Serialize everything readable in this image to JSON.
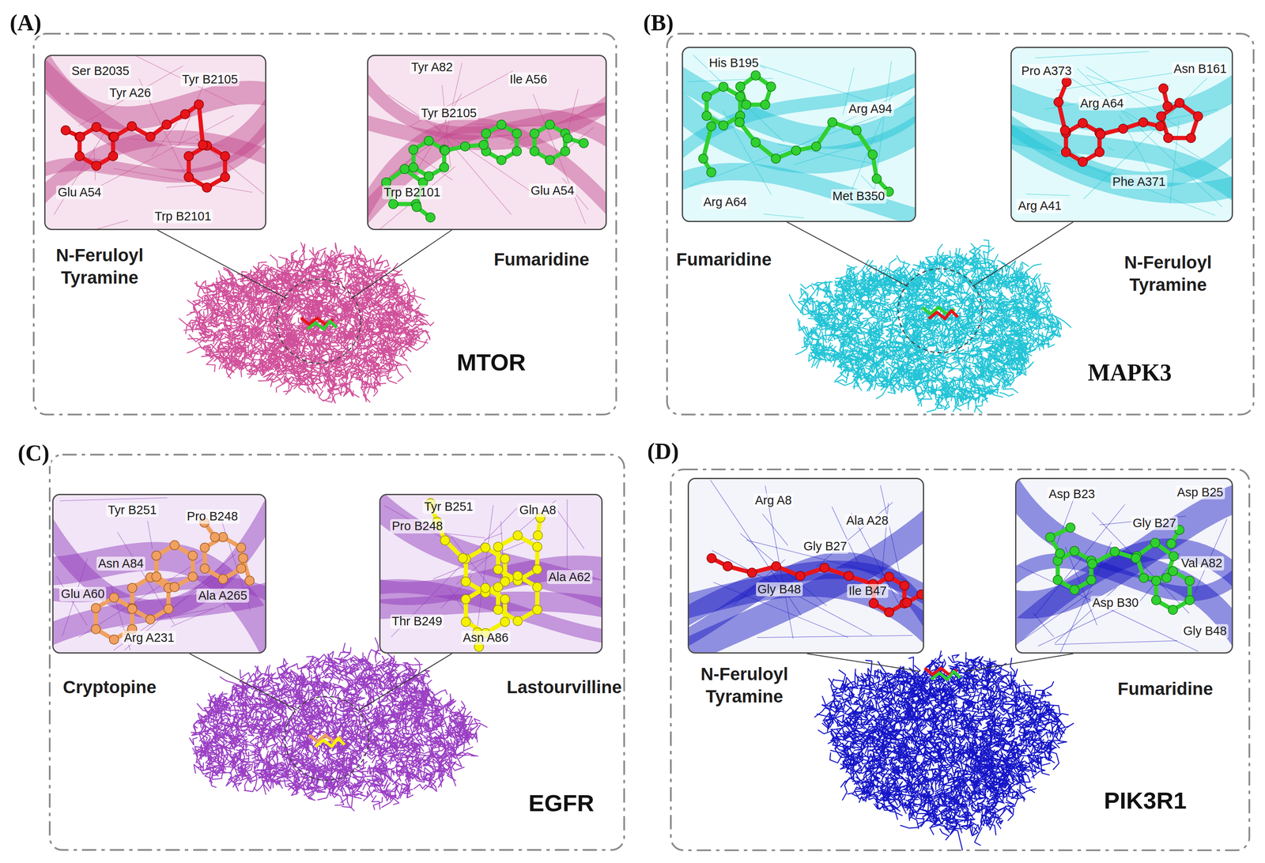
{
  "diagram": {
    "nodes": [
      {
        "text": [
          "(A)",
          "N-Feruloyl Tyramine",
          "Fumaridine",
          "MTOR"
        ]
      },
      {
        "text": [
          "Ser B2035",
          "Tyr B2105",
          "Tyr A26",
          "Glu A54",
          "Trp B2101"
        ],
        "in": 0
      },
      {
        "text": [
          "Tyr A82",
          "Ile A56",
          "Tyr B2105",
          "Trp B2101",
          "Glu A54"
        ],
        "in": 0
      },
      {
        "text": [
          "(B)",
          "Fumaridine",
          "N-Feruloyl Tyramine",
          "MAPK3"
        ]
      },
      {
        "text": [
          "His B195",
          "Arg A94",
          "Arg A64",
          "Met B350"
        ],
        "in": 3
      },
      {
        "text": [
          "Pro A373",
          "Asn B161",
          "Arg A64",
          "Phe A371",
          "Arg A41"
        ],
        "in": 3
      },
      {
        "text": [
          "(C)",
          "Cryptopine",
          "Lastourvilline",
          "EGFR"
        ]
      },
      {
        "text": [
          "Tyr B251",
          "Pro B248",
          "Asn A84",
          "Glu A60",
          "Ala A265",
          "Arg A231"
        ],
        "in": 6
      },
      {
        "text": [
          "Tyr B251",
          "Gln A8",
          "Pro B248",
          "Ala A62",
          "Thr B249",
          "Asn A86"
        ],
        "in": 6
      },
      {
        "text": [
          "(D)",
          "N-Feruloyl Tyramine",
          "Fumaridine",
          "PIK3R1"
        ]
      },
      {
        "text": [
          "Arg A8",
          "Ala A28",
          "Gly B27",
          "Gly B48",
          "Ile B47"
        ],
        "in": 9
      },
      {
        "text": [
          "Asp B23",
          "Asp B25",
          "Gly B27",
          "Val A82",
          "Asp B30",
          "Gly B48"
        ],
        "in": 9
      }
    ]
  }
}
